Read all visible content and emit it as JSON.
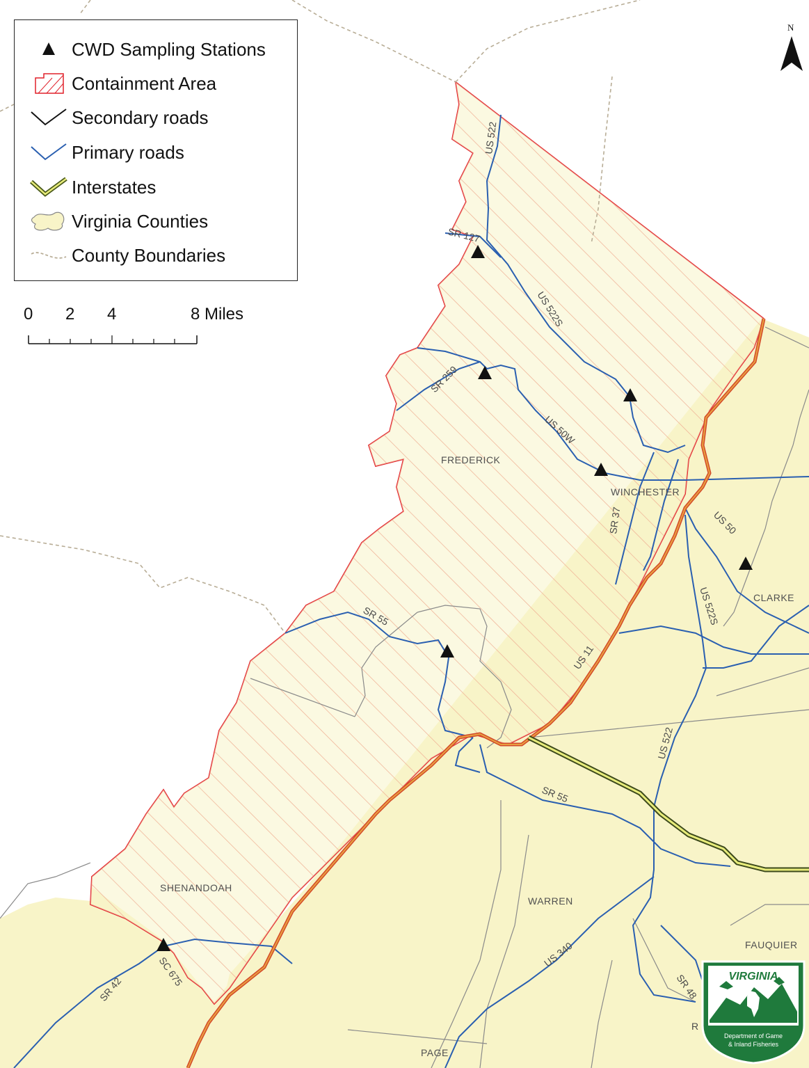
{
  "legend": {
    "items": [
      {
        "label": "CWD Sampling Stations"
      },
      {
        "label": "Containment Area"
      },
      {
        "label": "Secondary roads"
      },
      {
        "label": "Primary roads"
      },
      {
        "label": "Interstates"
      },
      {
        "label": "Virginia Counties"
      },
      {
        "label": "County Boundaries"
      }
    ]
  },
  "scale": {
    "ticks": [
      "0",
      "2",
      "4",
      "8 Miles"
    ]
  },
  "north_arrow": {
    "label": "N"
  },
  "counties": [
    "FREDERICK",
    "WINCHESTER",
    "CLARKE",
    "SHENANDOAH",
    "WARREN",
    "FAUQUIER",
    "PAGE"
  ],
  "roads": [
    "US 522",
    "SR 127",
    "US 522S",
    "SR 259",
    "US 50W",
    "SR 37",
    "US 50",
    "US 522S",
    "SR 55",
    "US 11",
    "US 522",
    "SR 55",
    "SR 42",
    "SC 675",
    "US 340",
    "SR 48",
    "R"
  ],
  "logo": {
    "title": "VIRGINIA",
    "line1": "Department of Game",
    "line2": "& Inland Fisheries"
  },
  "colors": {
    "containment_outline": "#e0202a",
    "county_fill": "#f8f4c8",
    "primary_road": "#2a5fb0",
    "interstate_fill": "#e8ec7a",
    "county_boundary": "#b8ad96"
  }
}
